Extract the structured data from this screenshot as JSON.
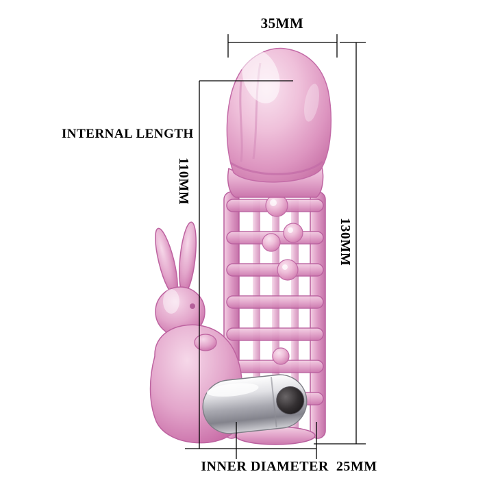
{
  "diagram": {
    "background": "#ffffff",
    "labels": {
      "width_top": "35MM",
      "internal_length_title": "INTERNAL LENGTH",
      "internal_length_value": "110MM",
      "overall_length": "130MM",
      "inner_diameter": "INNER DIAMETER  25MM"
    },
    "colors": {
      "dimension_line": "#000000",
      "text": "#000000",
      "product_pink_light": "#f6d8e9",
      "product_pink": "#dd95c0",
      "product_pink_deep": "#c0569b",
      "bullet_silver_light": "#ffffff",
      "bullet_silver": "#a8a8b0",
      "bullet_cap_dark": "#2b282a"
    }
  }
}
